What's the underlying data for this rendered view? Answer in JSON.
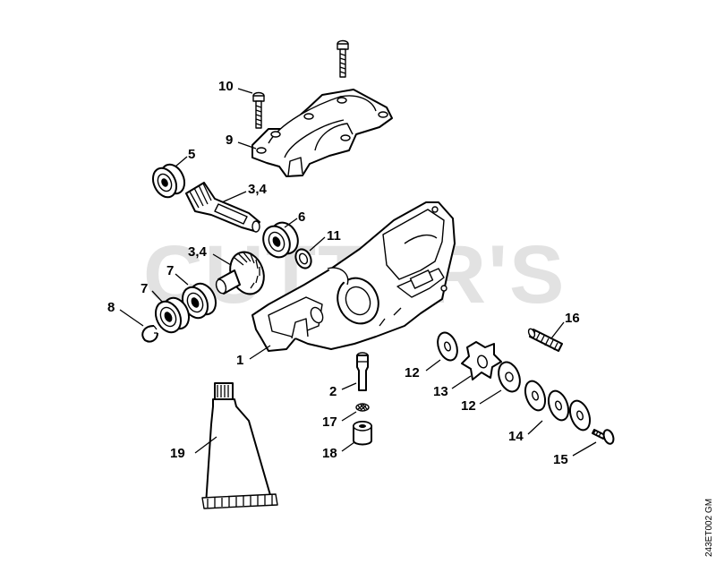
{
  "watermark": "CUTTER'S",
  "drawing_code": "243ET002 GM",
  "labels": {
    "l1": "1",
    "l2": "2",
    "l3a": "3,4",
    "l3b": "3,4",
    "l5": "5",
    "l6": "6",
    "l7a": "7",
    "l7b": "7",
    "l8": "8",
    "l9": "9",
    "l10": "10",
    "l11": "11",
    "l12a": "12",
    "l12b": "12",
    "l13": "13",
    "l14": "14",
    "l15": "15",
    "l16": "16",
    "l17": "17",
    "l18": "18",
    "l19": "19"
  }
}
